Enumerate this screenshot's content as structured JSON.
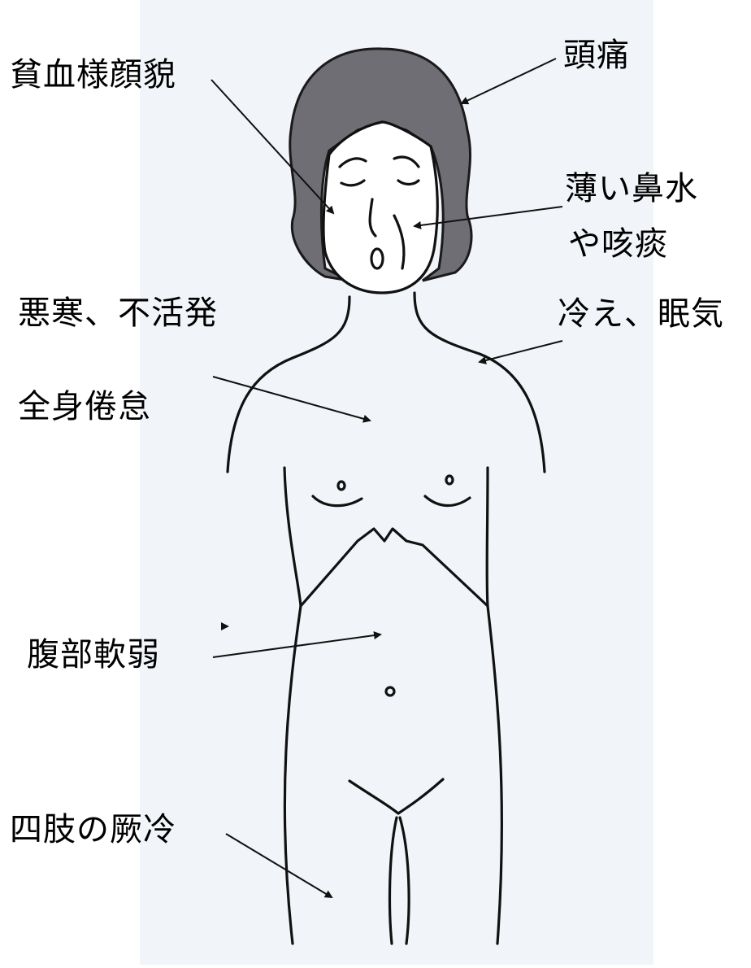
{
  "labels": {
    "anemic_face": "貧血様顔貌",
    "headache": "頭痛",
    "nasal_line1": "薄い鼻水",
    "nasal_line2": "や咳痰",
    "chill": "悪寒、不活発",
    "fatigue": "全身倦怠",
    "cold_sleepy": "冷え、眠気",
    "abdomen": "腹部軟弱",
    "limbs": "四肢の厥冷"
  },
  "colors": {
    "paper": "#f1f4f8",
    "hair": "#6e6e74",
    "line": "#111111"
  }
}
